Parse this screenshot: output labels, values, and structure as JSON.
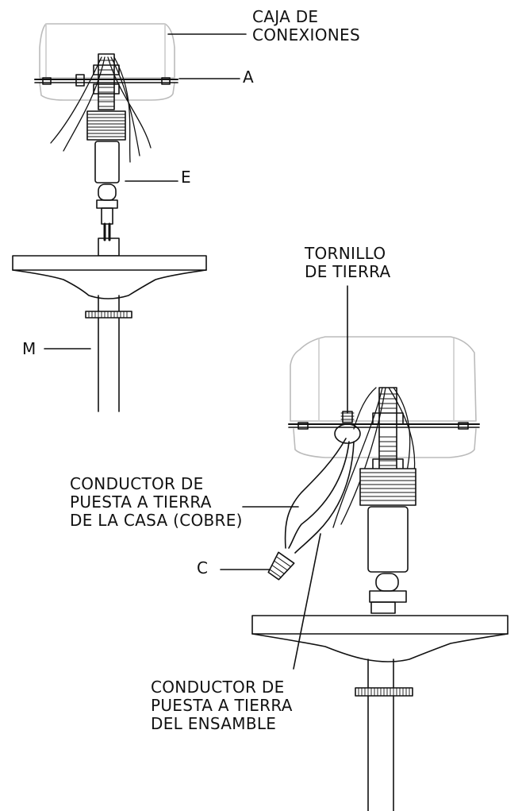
{
  "labels": {
    "caja": [
      "CAJA DE",
      "CONEXIONES"
    ],
    "a": "A",
    "e": "E",
    "m": "M",
    "tornillo": [
      "TORNILLO",
      "DE TIERRA"
    ],
    "conductor_casa": [
      "CONDUCTOR DE",
      "PUESTA A TIERRA",
      "DE LA CASA (COBRE)"
    ],
    "c": "C",
    "conductor_ensamble": [
      "CONDUCTOR DE",
      "PUESTA A TIERRA",
      "DEL ENSAMBLE"
    ]
  }
}
